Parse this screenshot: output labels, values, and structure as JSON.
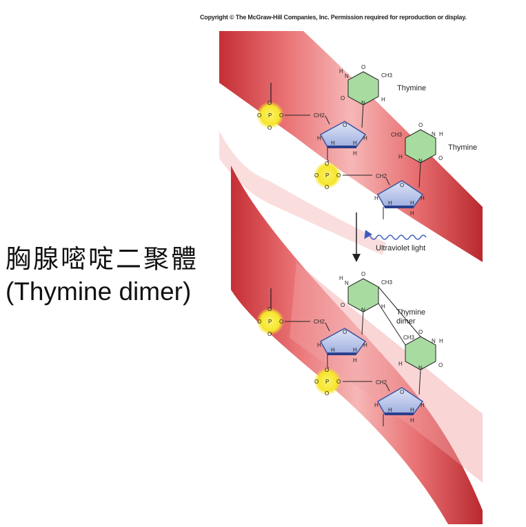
{
  "header": {
    "copyright": "Copyright © The McGraw-Hill Companies, Inc. Permission required for reproduction or display."
  },
  "caption": {
    "chinese": "胸腺嘧啶二聚體",
    "english": "(Thymine dimer)"
  },
  "labels": {
    "thymine_top": "Thymine",
    "thymine_second": "Thymine",
    "ultraviolet": "Ultraviolet light",
    "dimer_line1": "Thymine",
    "dimer_line2": "dimer"
  },
  "atoms": {
    "phosphorus": "P",
    "oxygen": "O",
    "hydrogen": "H",
    "nitrogen": "N",
    "methyl": "CH3",
    "ch2": "CH2"
  },
  "colors": {
    "backbone_red": "#e0585a",
    "phosphate_yellow": "#f6e52a",
    "thymine_green": "#a8dba0",
    "sugar_blue": "#4a63b0",
    "uv_arrow": "#3b5bbd"
  }
}
